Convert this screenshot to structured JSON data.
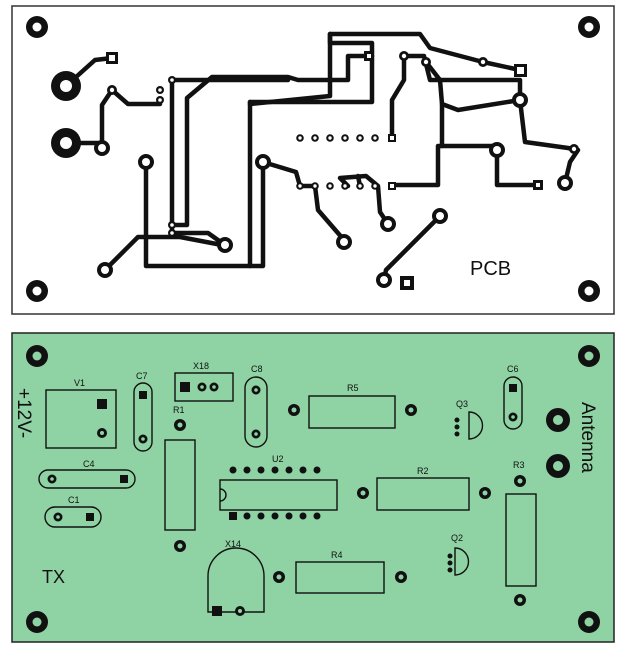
{
  "pcb": {
    "label": "PCB",
    "colors": {
      "board": "#ffffff",
      "trace": "#111111",
      "outline": "#333333"
    }
  },
  "assembly": {
    "title": "TX",
    "power_label": "+12V-",
    "antenna_label": "Antenna",
    "colors": {
      "board": "#8fd3a4",
      "outline": "#222222",
      "silk": "#111111"
    },
    "components": {
      "v1": "V1",
      "c7": "C7",
      "x18": "X18",
      "c8": "C8",
      "r5": "R5",
      "q3": "Q3",
      "c6": "C6",
      "r1": "R1",
      "u2": "U2",
      "r2": "R2",
      "r3": "R3",
      "c4": "C4",
      "c1": "C1",
      "x14": "X14",
      "q2": "Q2",
      "r4": "R4"
    }
  }
}
